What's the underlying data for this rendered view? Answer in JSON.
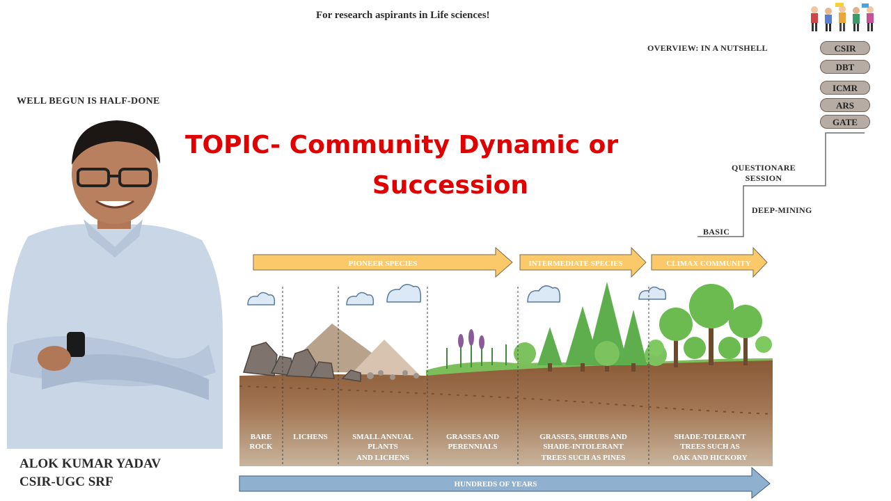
{
  "header": {
    "tagline": "For research aspirants in Life sciences!",
    "motto": "WELL BEGUN IS HALF-DONE"
  },
  "title": {
    "line1": "TOPIC-  Community Dynamic or",
    "line2": "Succession"
  },
  "overview": {
    "heading": "OVERVIEW: IN A NUTSHELL",
    "exams": [
      "CSIR",
      "DBT",
      "ICMR",
      "ARS",
      "GATE"
    ],
    "steps": {
      "basic": "BASIC",
      "deep_mining": "DEEP-MINING",
      "questionnaire_line1": "QUESTIONARE",
      "questionnaire_line2": "SESSION"
    }
  },
  "presenter": {
    "name": "ALOK KUMAR YADAV",
    "designation": "CSIR-UGC  SRF"
  },
  "diagram": {
    "phases": [
      "PIONEER SPECIES",
      "INTERMEDIATE SPECIES",
      "CLIMAX COMMUNITY"
    ],
    "stages": [
      {
        "l1": "BARE",
        "l2": "ROCK",
        "l3": ""
      },
      {
        "l1": "LICHENS",
        "l2": "",
        "l3": ""
      },
      {
        "l1": "SMALL ANNUAL",
        "l2": "PLANTS",
        "l3": "AND LICHENS"
      },
      {
        "l1": "GRASSES AND",
        "l2": "PERENNIALS",
        "l3": ""
      },
      {
        "l1": "GRASSES, SHRUBS AND",
        "l2": "SHADE-INTOLERANT",
        "l3": "TREES SUCH AS PINES"
      },
      {
        "l1": "SHADE-TOLERANT",
        "l2": "TREES SUCH AS",
        "l3": "OAK AND HICKORY"
      }
    ],
    "timeline": "HUNDREDS OF YEARS"
  },
  "colors": {
    "title_red": "#e00000",
    "phase_arrow": "#fbc86a",
    "timeline_arrow": "#8fb0cf",
    "soil_top": "#8a5a35",
    "soil_bottom": "#c8b49c",
    "tree_green": "#5fae4e",
    "pill": "#b7aca4"
  }
}
